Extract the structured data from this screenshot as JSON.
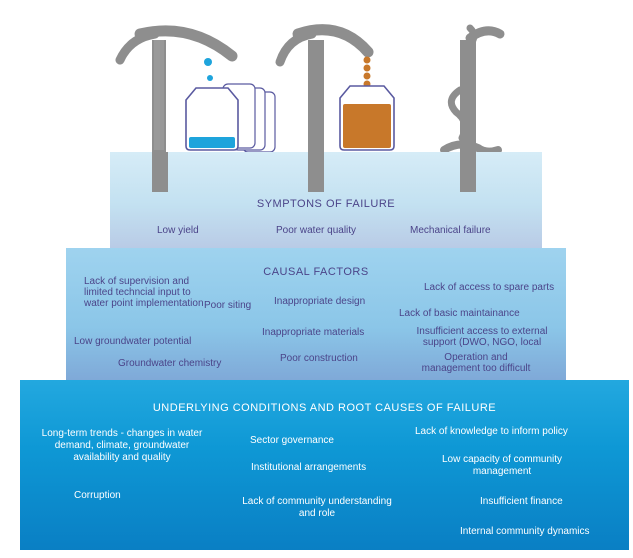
{
  "symptoms": {
    "title": "SYMPTONS OF FAILURE",
    "items": [
      "Low yield",
      "Poor water quality",
      "Mechanical failure"
    ]
  },
  "causal": {
    "title": "CAUSAL FACTORS",
    "left": [
      "Lack of supervision and limited techncial input to water point implementation",
      "Poor siting",
      "Low groundwater potential",
      "Groundwater chemistry"
    ],
    "middle": [
      "Inappropriate design",
      "Inappropriate materials",
      "Poor construction"
    ],
    "right": [
      "Lack of access to spare parts",
      "Lack of basic maintainance",
      "Insufficient access to external support (DWO, NGO, local",
      "Operation and management too difficult"
    ]
  },
  "underlying": {
    "title": "UNDERLYING CONDITIONS AND ROOT CAUSES OF FAILURE",
    "left": [
      "Long-term trends - changes in water demand, climate, groundwater availability and quality",
      "Corruption"
    ],
    "middle": [
      "Sector governance",
      "Institutional arrangements",
      "Lack of community understanding and role"
    ],
    "right": [
      "Lack of knowledge to inform policy",
      "Low capacity of community management",
      "Insufficient finance",
      "Internal community dynamics"
    ]
  },
  "colors": {
    "pump": "#8e8e8e",
    "water_clean": "#1ea4dc",
    "water_dirty": "#c8782a",
    "tier_top": "#c3e1f1",
    "tier_mid": "#8bc6e8",
    "tier_bottom": "#0e98d5",
    "text_dark": "#4b4489"
  },
  "icons": [
    "hand-pump-low-yield-icon",
    "hand-pump-poor-quality-icon",
    "hand-pump-broken-icon"
  ]
}
